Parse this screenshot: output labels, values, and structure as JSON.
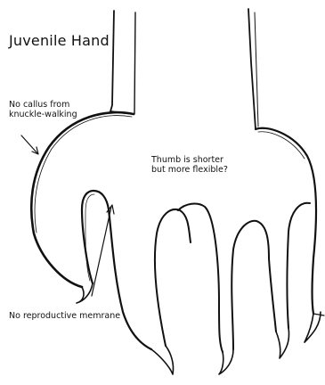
{
  "title": "Juvenile Hand",
  "annotations": {
    "callus": "No callus from\nknuckle-walking",
    "thumb": "Thumb is shorter\nbut more flexible?",
    "membrane": "No reproductive memrane"
  },
  "colors": {
    "ink": "#111111",
    "background": "#ffffff"
  }
}
